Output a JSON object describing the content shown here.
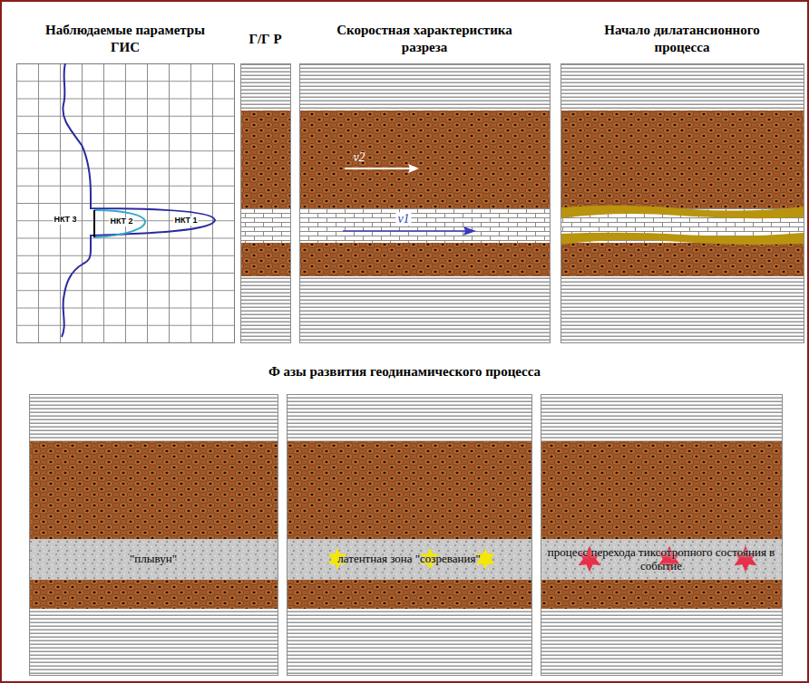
{
  "diagram": {
    "nodes": [
      {
        "text": [
          "Наблюдаемые параметры ГИС"
        ]
      },
      {
        "text": [
          "Г/Г Р"
        ]
      },
      {
        "text": [
          "Скоростная характеристика разреза"
        ]
      },
      {
        "text": [
          "Начало дилатансионного процесса"
        ]
      },
      {
        "text": [
          "\"плывун\""
        ]
      },
      {
        "text": [
          "латентная зона \"созревания\""
        ]
      },
      {
        "text": [
          "процесс перехода тиксотропного состояния в событие"
        ]
      }
    ],
    "labels": [
      "НКТ 3",
      "НКТ 2",
      "НКТ 1",
      "v2",
      "v1",
      "Ф азы развития геодинамического процесса"
    ]
  }
}
